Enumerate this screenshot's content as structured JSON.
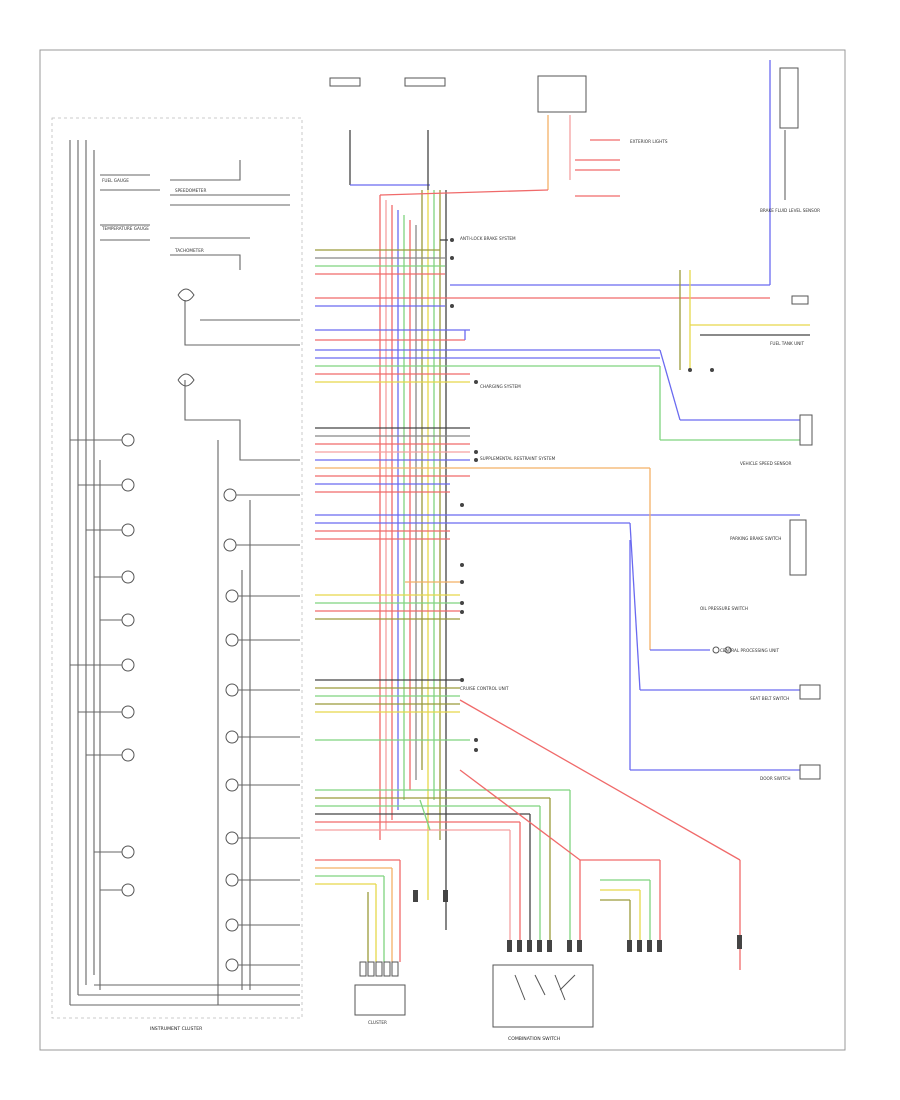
{
  "title_footer": "",
  "bottom_labels": {
    "instrument_cluster": "INSTRUMENT CLUSTER",
    "combination_switch": "COMBINATION SWITCH",
    "cluster_connector": "CLUSTER"
  },
  "cluster_gauges": {
    "fuel_gauge": "FUEL GAUGE",
    "temp_gauge": "TEMPERATURE GAUGE",
    "speedometer": "SPEEDOMETER",
    "tachometer": "TACHOMETER"
  },
  "right_components": {
    "brake_sensor": "BRAKE FLUID LEVEL SENSOR",
    "fuel_sender": "FUEL TANK UNIT",
    "vehicle_speed_sensor": "VEHICLE SPEED SENSOR",
    "park_brake": "PARKING BRAKE SWITCH",
    "oil_pressure": "OIL PRESSURE SWITCH",
    "seat_belt": "SEAT BELT SWITCH",
    "door_switch": "DOOR SWITCH",
    "central_processing": "CENTRAL PROCESSING UNIT",
    "cruise": "CRUISE CONTROL UNIT",
    "airbag": "SUPPLEMENTAL RESTRAINT SYSTEM",
    "abs": "ANTI-LOCK BRAKE SYSTEM",
    "charging": "CHARGING SYSTEM",
    "exterior_lights": "EXTERIOR LIGHTS"
  },
  "wire_colors": {
    "red": "#f06a6a",
    "pink": "#f5a0a0",
    "blue": "#6a6af0",
    "green": "#7fd47f",
    "yellow": "#e6d84a",
    "orange": "#f4b066",
    "olive": "#9a9a3a",
    "gray": "#888888",
    "black": "#444444"
  }
}
